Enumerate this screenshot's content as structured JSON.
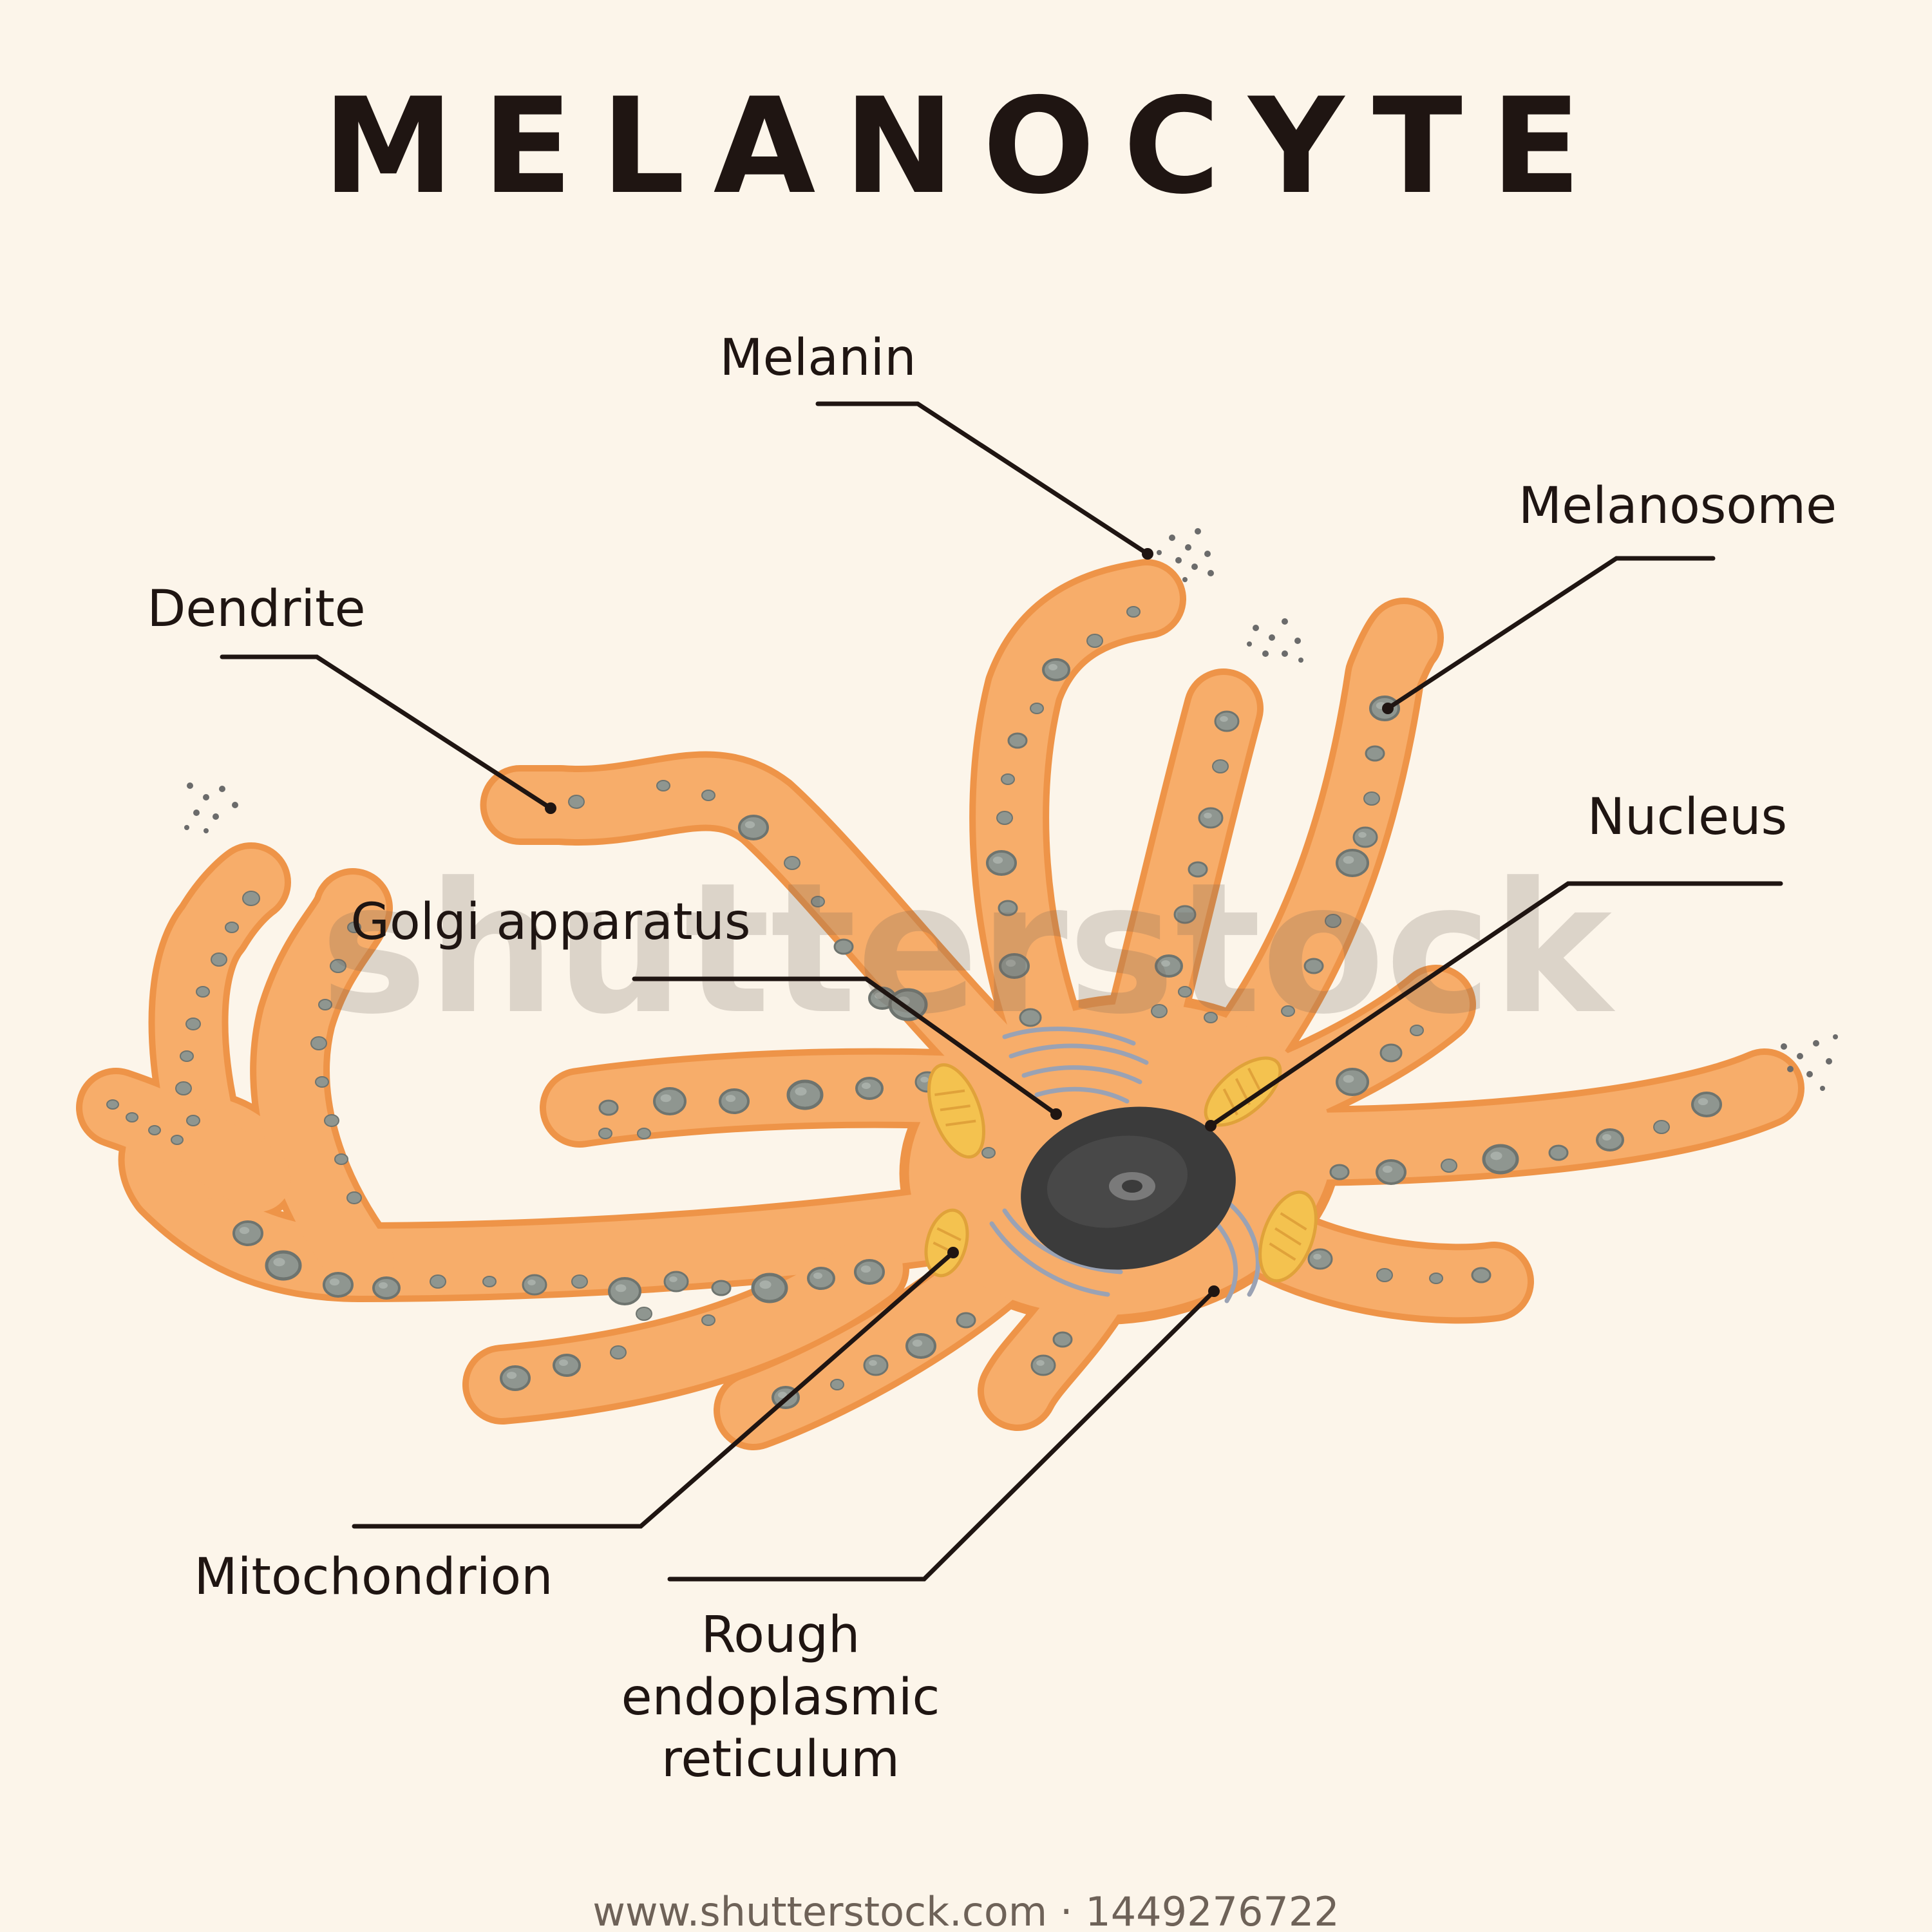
{
  "title": "MELANOCYTE",
  "labels": {
    "melanin": "Melanin",
    "melanosome": "Melanosome",
    "dendrite": "Dendrite",
    "nucleus": "Nucleus",
    "golgi": "Golgi apparatus",
    "mitochondrion": "Mitochondrion",
    "rer_line1": "Rough",
    "rer_line2": "endoplasmic",
    "rer_line3": "reticulum"
  },
  "watermark": "shutterstock",
  "footer": "www.shutterstock.com · 1449276722",
  "colors": {
    "background": "#fcf5ea",
    "cytoplasm": "#f7ad6a",
    "cytoplasm_edge": "#ee9448",
    "melanosome": "#8f9690",
    "nucleus": "#3b3b3b",
    "mitochondrion": "#f4c24f",
    "golgi": "#9aa2b4",
    "ink": "#1f1512"
  }
}
